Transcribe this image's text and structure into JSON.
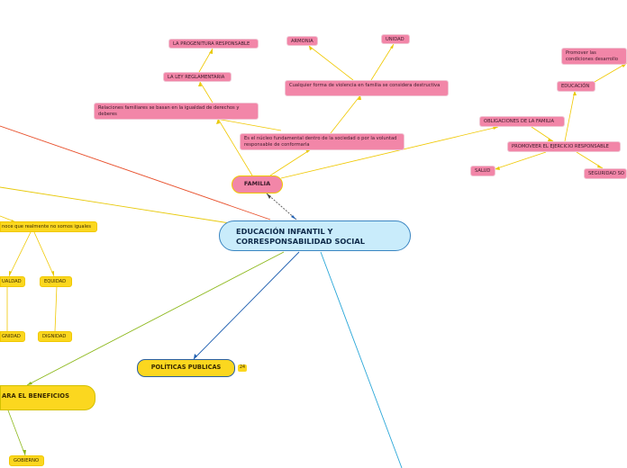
{
  "central": {
    "label": "EDUCACIÓN INFANTIL Y CORRESPONSABILIDAD SOCIAL"
  },
  "familia": {
    "label": "FAMILIA"
  },
  "politicas": {
    "label": "POLÍTICAS PUBLICAS",
    "badge": "24"
  },
  "beneficio": {
    "label": "ARA EL BENEFICIOS"
  },
  "gobierno": {
    "label": "GOBIERNO"
  },
  "reconoce": {
    "label": "noce que realmente no somos iguales"
  },
  "igualdad": {
    "label": "UALDAD"
  },
  "equidad": {
    "label": "EQUIDAD"
  },
  "dignidad_left": {
    "label": "GNIDAD"
  },
  "dignidad_right": {
    "label": "DIGNIDAD"
  },
  "nucleo": {
    "label": "Es el núcleo fundamental dentro de la sociedad o por la voluntad responsable de conformarla"
  },
  "relaciones": {
    "label": "Relaciones familiares se basan en la igualdad de derechos y deberes"
  },
  "ley": {
    "label": "LA LEY REGLAMENTARIA"
  },
  "progenitura": {
    "label": "LA PROGENITURA RESPONSABLE"
  },
  "violencia": {
    "label": "Cualquier forma de violencia en familia se considera destructiva"
  },
  "armonia": {
    "label": "ARMONIA"
  },
  "unidad": {
    "label": "UNIDAD"
  },
  "obligaciones": {
    "label": "OBLIGACIONES DE LA FAMILIA"
  },
  "promover_ejercicio": {
    "label": "PROMOVEER EL EJERCICIO RESPONSABLE"
  },
  "educacion": {
    "label": "EDUCACIÓN"
  },
  "promover_condiciones": {
    "label": "Promover las condiciones desarrollo"
  },
  "salud": {
    "label": "SALUD"
  },
  "seguridad": {
    "label": "SEGURIDAD SO"
  }
}
